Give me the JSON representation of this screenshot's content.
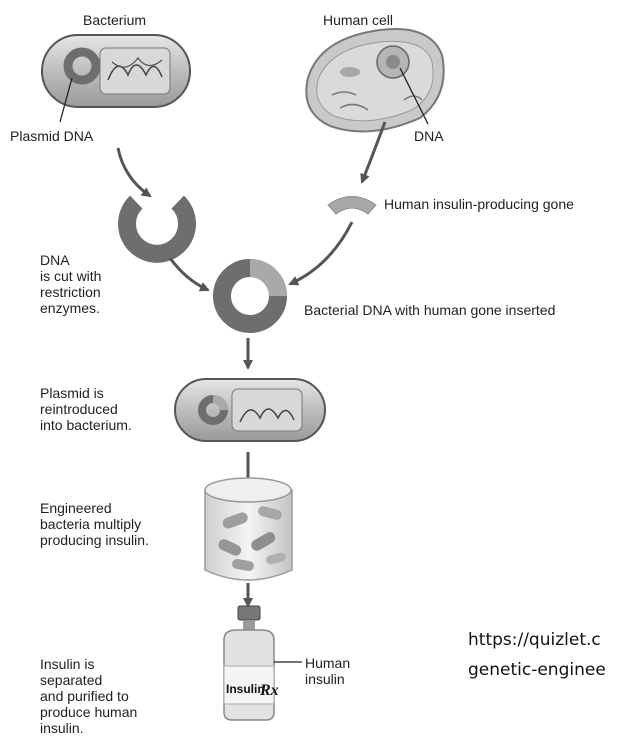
{
  "labels": {
    "bacterium": "Bacterium",
    "human_cell": "Human cell",
    "plasmid_dna": "Plasmid DNA",
    "dna": "DNA",
    "human_gene": "Human insulin-producing gone",
    "cut_step": "DNA\nis cut with\nrestriction\nenzymes.",
    "recombinant": "Bacterial DNA with human gone inserted",
    "reintroduced": "Plasmid is\nreintroduced\ninto bacterium.",
    "multiply": "Engineered\nbacteria multiply\nproducing insulin.",
    "purified": "Insulin is\nseparated\nand purified to\nproduce human\ninsulin.",
    "human_insulin": "Human\ninsulin",
    "vial_label": "Insulin",
    "vial_rx": "Rx"
  },
  "source": {
    "line1": "https://quizlet.c",
    "line2": "genetic-enginee"
  },
  "colors": {
    "plasmid": "#6e6e6e",
    "gene": "#a9a9a9",
    "arrow": "#555555",
    "cell_body": "#c9c9c9"
  }
}
